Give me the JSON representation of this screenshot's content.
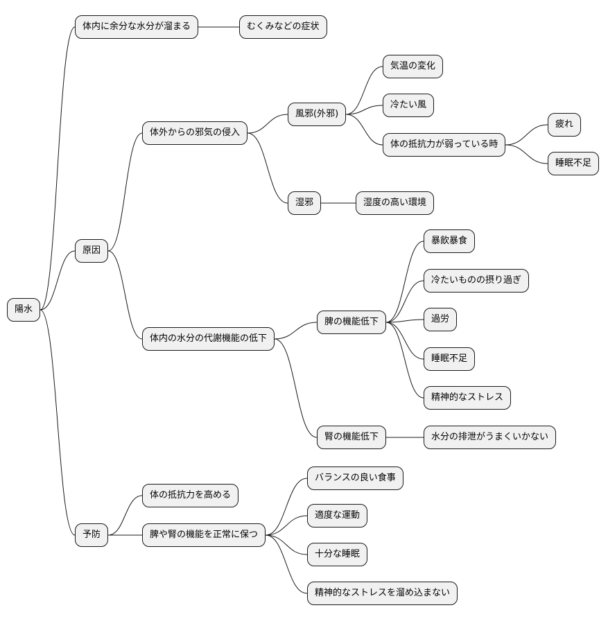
{
  "mindmap": {
    "root": {
      "label": "陽水",
      "children": [
        {
          "label": "体内に余分な水分が溜まる",
          "children": [
            {
              "label": "むくみなどの症状"
            }
          ]
        },
        {
          "label": "原因",
          "children": [
            {
              "label": "体外からの邪気の侵入",
              "children": [
                {
                  "label": "風邪(外邪)",
                  "children": [
                    {
                      "label": "気温の変化"
                    },
                    {
                      "label": "冷たい風"
                    },
                    {
                      "label": "体の抵抗力が弱っている時",
                      "children": [
                        {
                          "label": "疲れ"
                        },
                        {
                          "label": "睡眠不足"
                        }
                      ]
                    }
                  ]
                },
                {
                  "label": "湿邪",
                  "children": [
                    {
                      "label": "湿度の高い環境"
                    }
                  ]
                }
              ]
            },
            {
              "label": "体内の水分の代謝機能の低下",
              "children": [
                {
                  "label": "脾の機能低下",
                  "children": [
                    {
                      "label": "暴飲暴食"
                    },
                    {
                      "label": "冷たいものの摂り過ぎ"
                    },
                    {
                      "label": "過労"
                    },
                    {
                      "label": "睡眠不足"
                    },
                    {
                      "label": "精神的なストレス"
                    }
                  ]
                },
                {
                  "label": "腎の機能低下",
                  "children": [
                    {
                      "label": "水分の排泄がうまくいかない"
                    }
                  ]
                }
              ]
            }
          ]
        },
        {
          "label": "予防",
          "children": [
            {
              "label": "体の抵抗力を高める"
            },
            {
              "label": "脾や腎の機能を正常に保つ",
              "children": [
                {
                  "label": "バランスの良い食事"
                },
                {
                  "label": "適度な運動"
                },
                {
                  "label": "十分な睡眠"
                },
                {
                  "label": "精神的なストレスを溜め込まない"
                }
              ]
            }
          ]
        }
      ]
    }
  }
}
